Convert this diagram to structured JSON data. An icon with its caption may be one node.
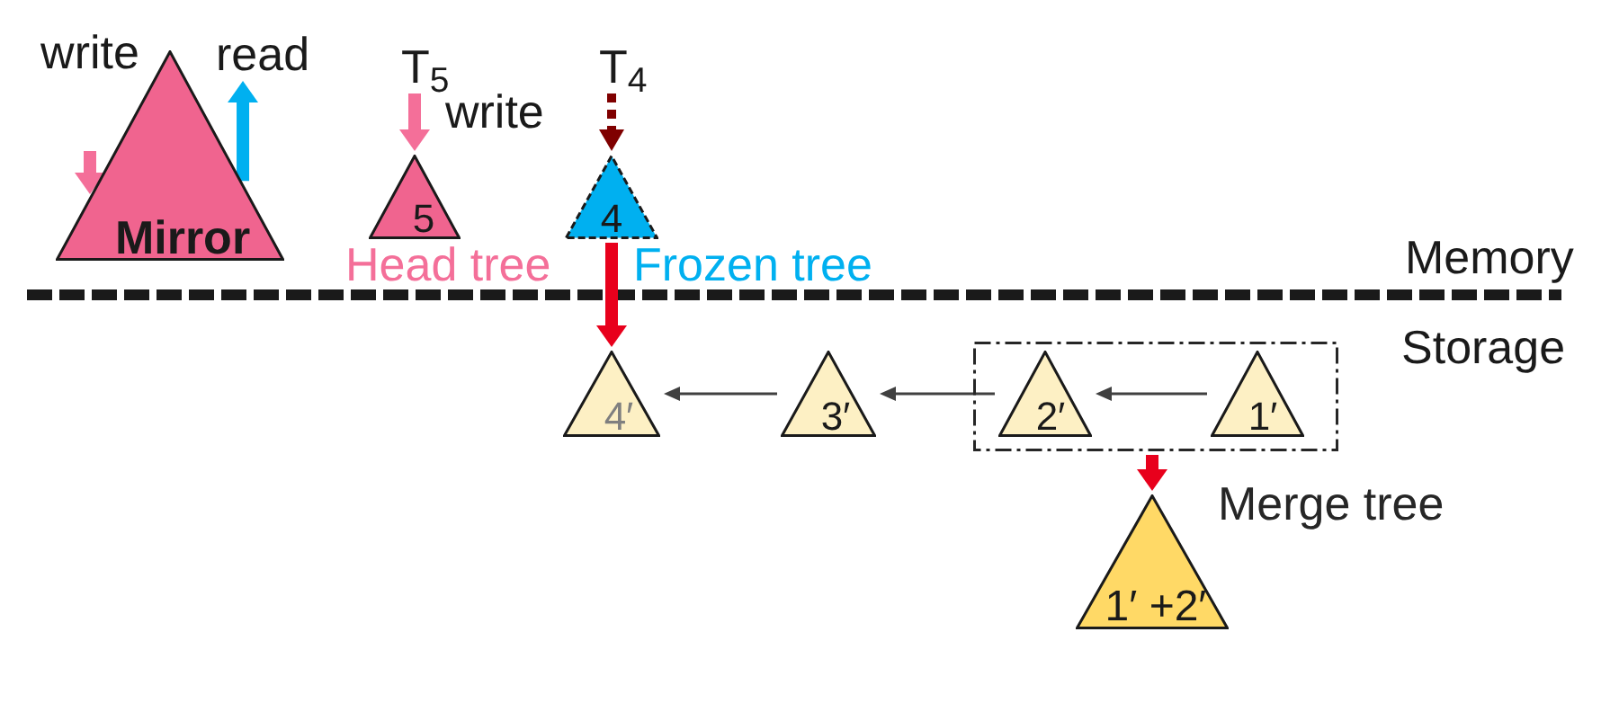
{
  "diagram": {
    "nodes": [
      {
        "text": [
          "Mirror"
        ]
      },
      {
        "text": [
          "read"
        ]
      },
      {
        "text": [
          "T$_{5}$"
        ]
      },
      {
        "text": [
          "5"
        ],
        "beside": [
          "Head tree"
        ]
      },
      {
        "text": [
          "T$_{4}$"
        ]
      },
      {
        "text": [
          "4"
        ],
        "beside": [
          "Frozen tree"
        ]
      },
      {
        "text": [
          "4′"
        ]
      },
      {
        "text": [
          "3′"
        ]
      },
      {
        "text": [],
        "shape": "box"
      },
      {
        "text": [
          "2′"
        ],
        "in": 8
      },
      {
        "text": [
          "1′"
        ],
        "in": 8
      },
      {
        "text": [
          "1′ +2′"
        ],
        "beside": [
          "Merge tree"
        ]
      }
    ],
    "edges": [
      {
        "from": null,
        "to": 0,
        "arrow": "to",
        "label": "write",
        "color": "#f46f99"
      },
      {
        "from": 0,
        "to": 1,
        "arrow": "to",
        "color": "#00b0f0"
      },
      {
        "from": 2,
        "to": 3,
        "arrow": "to",
        "label": "write",
        "color": "#f46f99"
      },
      {
        "from": 4,
        "to": 5,
        "arrow": "to",
        "style": "dashed",
        "color": "#7f0000"
      },
      {
        "from": 5,
        "to": 6,
        "arrow": "to",
        "color": "#e8001c"
      },
      {
        "from": 10,
        "to": 9,
        "arrow": "to"
      },
      {
        "from": 9,
        "to": 7,
        "arrow": "to"
      },
      {
        "from": 7,
        "to": 6,
        "arrow": "to"
      },
      {
        "from": 8,
        "to": 11,
        "arrow": "to",
        "color": "#e8001c"
      }
    ],
    "labels": [
      "Memory",
      "Storage"
    ]
  }
}
